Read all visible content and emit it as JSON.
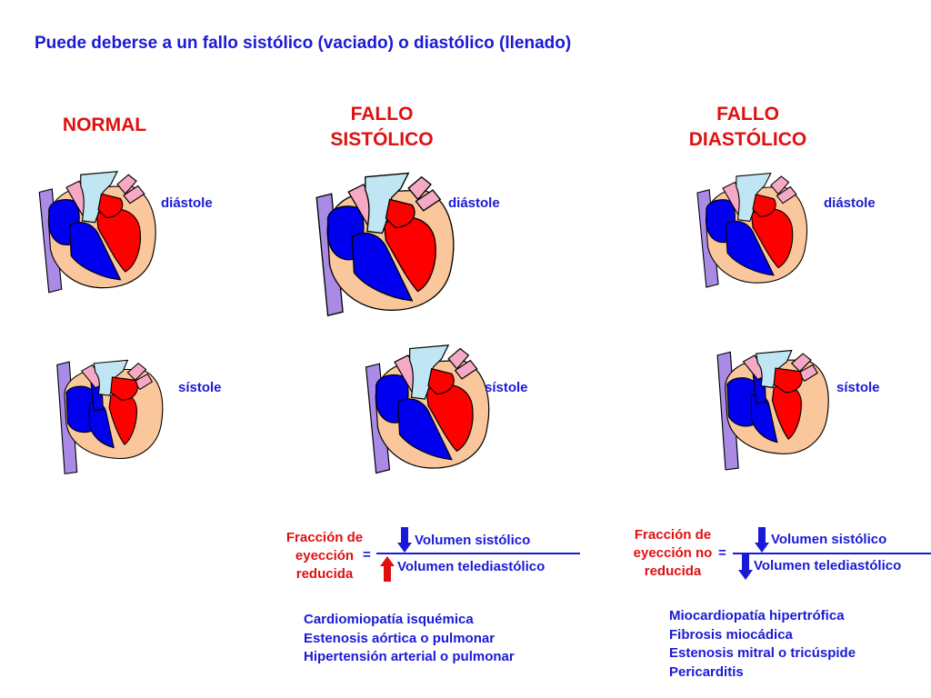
{
  "title": "Puede deberse a un fallo sistólico (vaciado) o diastólico (llenado)",
  "columns": {
    "normal": {
      "heading": "NORMAL"
    },
    "systolic": {
      "heading_line1": "FALLO",
      "heading_line2": "SISTÓLICO"
    },
    "diastolic": {
      "heading_line1": "FALLO",
      "heading_line2": "DIASTÓLICO"
    }
  },
  "phases": {
    "diastole": "diástole",
    "systole": "sístole"
  },
  "systolic_formula": {
    "label_line1": "Fracción de",
    "label_line2": "eyección",
    "label_line3": "reducida",
    "equals": "=",
    "numerator": "Volumen sistólico",
    "denominator": "Volumen telediastólico",
    "numerator_arrow": "down-arrow",
    "denominator_arrow": "up-arrow"
  },
  "diastolic_formula": {
    "label_line1": "Fracción de",
    "label_line2": "eyección no",
    "label_line3": "reducida",
    "equals": "=",
    "numerator": "Volumen sistólico",
    "denominator": "Volumen telediastólico",
    "numerator_arrow": "down-arrow",
    "denominator_arrow": "down-arrow"
  },
  "systolic_causes": [
    "Cardiomiopatía isquémica",
    "Estenosis aórtica o pulmonar",
    "Hipertensión arterial o pulmonar"
  ],
  "diastolic_causes": [
    "Miocardiopatía hipertrófica",
    "Fibrosis miocádica",
    "Estenosis mitral o tricúspide",
    "Pericarditis"
  ],
  "colors": {
    "text_blue": "#1a1ad6",
    "text_red": "#e01010",
    "venous": "#0000ee",
    "arterial": "#ff0000",
    "myocardium": "#f9c79b",
    "vena_cava": "#a98be6",
    "aorta": "#bfe6f2",
    "pulmonary": "#f5a9c4"
  }
}
